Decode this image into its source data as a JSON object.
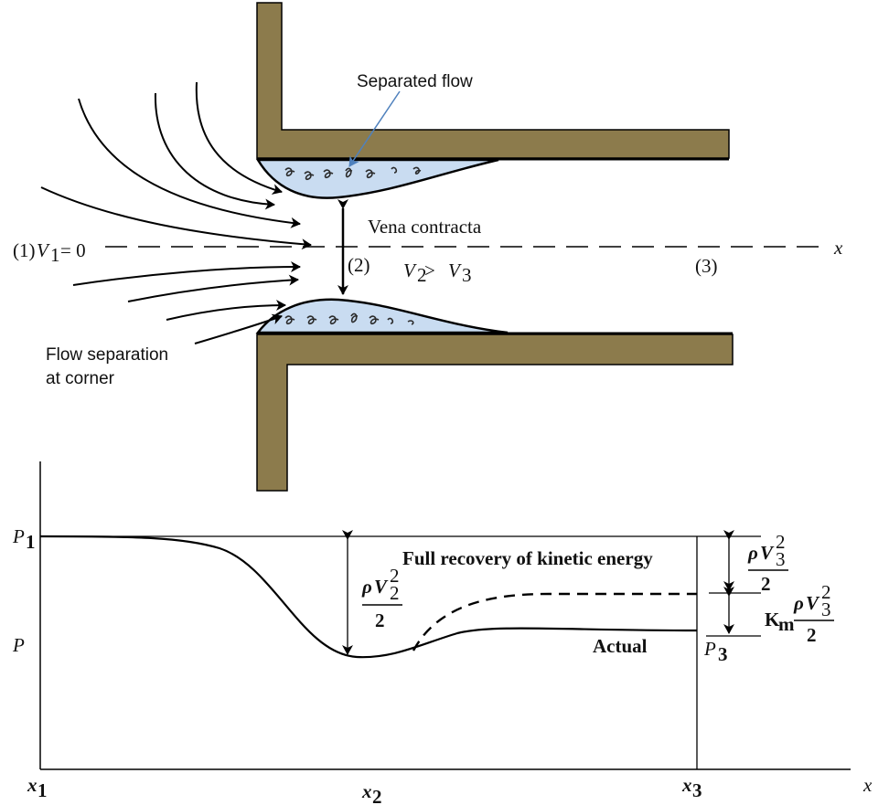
{
  "diagram": {
    "labels": {
      "separated_flow": "Separated flow",
      "vena_contracta": "Vena contracta",
      "station_1": "(1)",
      "v1_eq": "V",
      "v1_sub": "1",
      "v1_rhs": " = 0",
      "station_2": "(2)",
      "v2": "V",
      "v2_sub": "2",
      "v2_gt": " > ",
      "v3": "V",
      "v3_sub": "3",
      "station_3": "(3)",
      "x_axis_top": "x",
      "flow_sep_line1": "Flow  separation",
      "flow_sep_line2": "at corner"
    },
    "colors": {
      "wall": "#8c7b4c",
      "separated_region": "#c9dcf1",
      "pointer_line": "#4f81bd"
    }
  },
  "graph": {
    "y_label": "P",
    "p1_label": "P",
    "p1_sub": "1",
    "p3_label": "P",
    "p3_sub": "3",
    "x1": "x",
    "x1_sub": "1",
    "x2": "x",
    "x2_sub": "2",
    "x3": "x",
    "x3_sub": "3",
    "x_axis": "x",
    "full_recovery": "Full recovery of kinetic energy",
    "actual": "Actual",
    "rho": "ρ",
    "v": "V",
    "sub2": "2",
    "sub3": "3",
    "sup2": "2",
    "denominator": "2",
    "km": "K",
    "km_sub": "m"
  }
}
